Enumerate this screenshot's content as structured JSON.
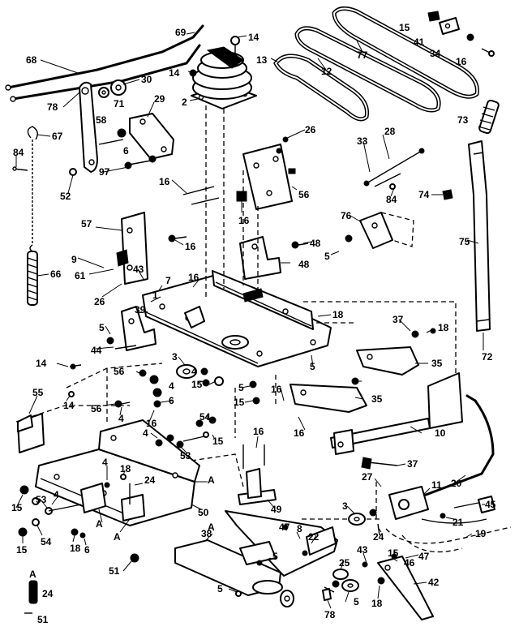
{
  "callouts": [
    {
      "id": "c69",
      "text": "69"
    },
    {
      "id": "c14a",
      "text": "14"
    },
    {
      "id": "c13",
      "text": "13"
    },
    {
      "id": "c12",
      "text": "12"
    },
    {
      "id": "c77",
      "text": "77"
    },
    {
      "id": "c15a",
      "text": "15"
    },
    {
      "id": "c41",
      "text": "41"
    },
    {
      "id": "c34",
      "text": "34"
    },
    {
      "id": "c16a",
      "text": "16"
    },
    {
      "id": "c68",
      "text": "68"
    },
    {
      "id": "c30",
      "text": "30"
    },
    {
      "id": "c14b",
      "text": "14"
    },
    {
      "id": "c2",
      "text": "2"
    },
    {
      "id": "c78a",
      "text": "78"
    },
    {
      "id": "c58",
      "text": "58"
    },
    {
      "id": "c71",
      "text": "71"
    },
    {
      "id": "c29",
      "text": "29"
    },
    {
      "id": "c67",
      "text": "67"
    },
    {
      "id": "c6a",
      "text": "6"
    },
    {
      "id": "c73",
      "text": "73"
    },
    {
      "id": "c26a",
      "text": "26"
    },
    {
      "id": "c28",
      "text": "28"
    },
    {
      "id": "c33",
      "text": "33"
    },
    {
      "id": "c84a",
      "text": "84"
    },
    {
      "id": "c97",
      "text": "97"
    },
    {
      "id": "c52",
      "text": "52"
    },
    {
      "id": "c16b",
      "text": "16"
    },
    {
      "id": "c56a",
      "text": "56"
    },
    {
      "id": "c16c",
      "text": "16"
    },
    {
      "id": "c84b",
      "text": "84"
    },
    {
      "id": "c74",
      "text": "74"
    },
    {
      "id": "c57",
      "text": "57"
    },
    {
      "id": "c76",
      "text": "76"
    },
    {
      "id": "c75",
      "text": "75"
    },
    {
      "id": "c16d",
      "text": "16"
    },
    {
      "id": "c48a",
      "text": "48"
    },
    {
      "id": "c9",
      "text": "9"
    },
    {
      "id": "c5a",
      "text": "5"
    },
    {
      "id": "c48b",
      "text": "48"
    },
    {
      "id": "c66",
      "text": "66"
    },
    {
      "id": "c61",
      "text": "61"
    },
    {
      "id": "c43a",
      "text": "43"
    },
    {
      "id": "c7",
      "text": "7"
    },
    {
      "id": "c16e",
      "text": "16"
    },
    {
      "id": "c26b",
      "text": "26"
    },
    {
      "id": "c1",
      "text": "1"
    },
    {
      "id": "c18a",
      "text": "18"
    },
    {
      "id": "c39",
      "text": "39"
    },
    {
      "id": "c5b",
      "text": "5"
    },
    {
      "id": "c37a",
      "text": "37"
    },
    {
      "id": "c18b",
      "text": "18"
    },
    {
      "id": "c44",
      "text": "44"
    },
    {
      "id": "c5c",
      "text": "5"
    },
    {
      "id": "c35a",
      "text": "35"
    },
    {
      "id": "c72",
      "text": "72"
    },
    {
      "id": "c14c",
      "text": "14"
    },
    {
      "id": "c3a",
      "text": "3"
    },
    {
      "id": "c56b",
      "text": "56"
    },
    {
      "id": "c4a",
      "text": "4"
    },
    {
      "id": "c5d",
      "text": "5"
    },
    {
      "id": "c15b",
      "text": "15"
    },
    {
      "id": "c4b",
      "text": "4"
    },
    {
      "id": "c55",
      "text": "55"
    },
    {
      "id": "c6b",
      "text": "6"
    },
    {
      "id": "c15c",
      "text": "15"
    },
    {
      "id": "c16f",
      "text": "16"
    },
    {
      "id": "c35b",
      "text": "35"
    },
    {
      "id": "c14d",
      "text": "14"
    },
    {
      "id": "c56c",
      "text": "56"
    },
    {
      "id": "c4c",
      "text": "4"
    },
    {
      "id": "c16g",
      "text": "16"
    },
    {
      "id": "c54a",
      "text": "54"
    },
    {
      "id": "c16h",
      "text": "16"
    },
    {
      "id": "c10",
      "text": "10"
    },
    {
      "id": "c4d",
      "text": "4"
    },
    {
      "id": "c15d",
      "text": "15"
    },
    {
      "id": "c53a",
      "text": "53"
    },
    {
      "id": "c16i",
      "text": "16"
    },
    {
      "id": "c37b",
      "text": "37"
    },
    {
      "id": "c27",
      "text": "27"
    },
    {
      "id": "c20",
      "text": "20"
    },
    {
      "id": "c4e",
      "text": "4"
    },
    {
      "id": "c18c",
      "text": "18"
    },
    {
      "id": "c24a",
      "text": "24"
    },
    {
      "id": "cA1",
      "text": "A"
    },
    {
      "id": "c11",
      "text": "11"
    },
    {
      "id": "c45",
      "text": "45"
    },
    {
      "id": "c15e",
      "text": "15"
    },
    {
      "id": "c53b",
      "text": "53"
    },
    {
      "id": "c4f",
      "text": "4"
    },
    {
      "id": "cA2",
      "text": "A"
    },
    {
      "id": "c50",
      "text": "50"
    },
    {
      "id": "c49",
      "text": "49"
    },
    {
      "id": "c3b",
      "text": "3"
    },
    {
      "id": "c21",
      "text": "21"
    },
    {
      "id": "c19",
      "text": "19"
    },
    {
      "id": "c24b",
      "text": "24"
    },
    {
      "id": "cA3",
      "text": "A"
    },
    {
      "id": "cA4",
      "text": "A"
    },
    {
      "id": "c15f",
      "text": "15"
    },
    {
      "id": "c54b",
      "text": "54"
    },
    {
      "id": "c18d",
      "text": "18"
    },
    {
      "id": "c6c",
      "text": "6"
    },
    {
      "id": "c38",
      "text": "38"
    },
    {
      "id": "c47a",
      "text": "47"
    },
    {
      "id": "c8",
      "text": "8"
    },
    {
      "id": "c22",
      "text": "22"
    },
    {
      "id": "c47b",
      "text": "47"
    },
    {
      "id": "c43b",
      "text": "43"
    },
    {
      "id": "c46",
      "text": "46"
    },
    {
      "id": "c15g",
      "text": "15"
    },
    {
      "id": "c5e",
      "text": "5"
    },
    {
      "id": "c25",
      "text": "25"
    },
    {
      "id": "c51a",
      "text": "51"
    },
    {
      "id": "c42",
      "text": "42"
    },
    {
      "id": "cA5",
      "text": "A"
    },
    {
      "id": "c24c",
      "text": "24"
    },
    {
      "id": "c5f",
      "text": "5"
    },
    {
      "id": "c5g",
      "text": "5"
    },
    {
      "id": "c18e",
      "text": "18"
    },
    {
      "id": "c78b",
      "text": "78"
    },
    {
      "id": "c51b",
      "text": "51"
    }
  ]
}
